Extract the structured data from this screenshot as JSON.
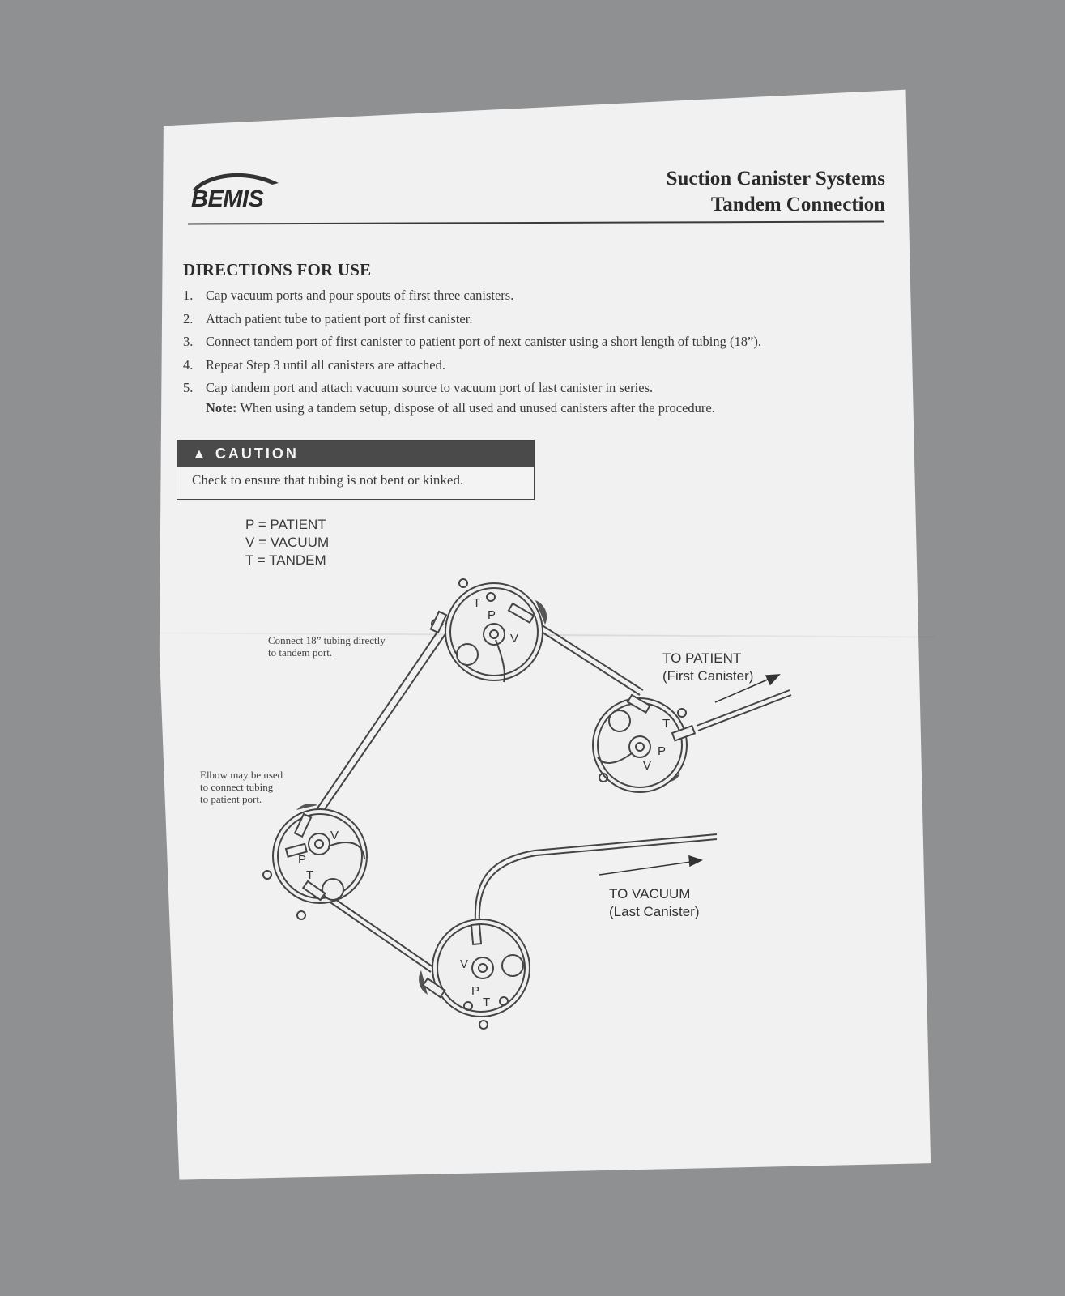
{
  "document": {
    "logo_text": "BEMIS",
    "title_line1": "Suction Canister Systems",
    "title_line2": "Tandem Connection",
    "heading": "DIRECTIONS FOR USE",
    "steps": [
      {
        "num": "1.",
        "text": "Cap vacuum ports and pour spouts of first three canisters."
      },
      {
        "num": "2.",
        "text": "Attach patient tube to patient port of first canister."
      },
      {
        "num": "3.",
        "text": "Connect tandem port of first canister to patient port of next canister using a short length of tubing (18”)."
      },
      {
        "num": "4.",
        "text": "Repeat Step 3 until all canisters are attached."
      },
      {
        "num": "5.",
        "text": "Cap tandem port and attach vacuum source to vacuum port of last canister in series."
      }
    ],
    "note_label": "Note:",
    "note_text": "When using a tandem setup, dispose of all used and unused canisters after the procedure.",
    "caution_title": "CAUTION",
    "caution_text": "Check to ensure that tubing is not bent or kinked.",
    "legend": [
      "P = PATIENT",
      "V = VACUUM",
      "T = TANDEM"
    ]
  },
  "diagram": {
    "callout_connect_1": "Connect 18” tubing directly",
    "callout_connect_2": "to tandem port.",
    "callout_elbow_1": "Elbow may be used",
    "callout_elbow_2": "to connect tubing",
    "callout_elbow_3": "to patient port.",
    "to_patient_1": "TO PATIENT",
    "to_patient_2": "(First Canister)",
    "to_vacuum_1": "TO VACUUM",
    "to_vacuum_2": "(Last Canister)",
    "port_p": "P",
    "port_v": "V",
    "port_t": "T"
  }
}
